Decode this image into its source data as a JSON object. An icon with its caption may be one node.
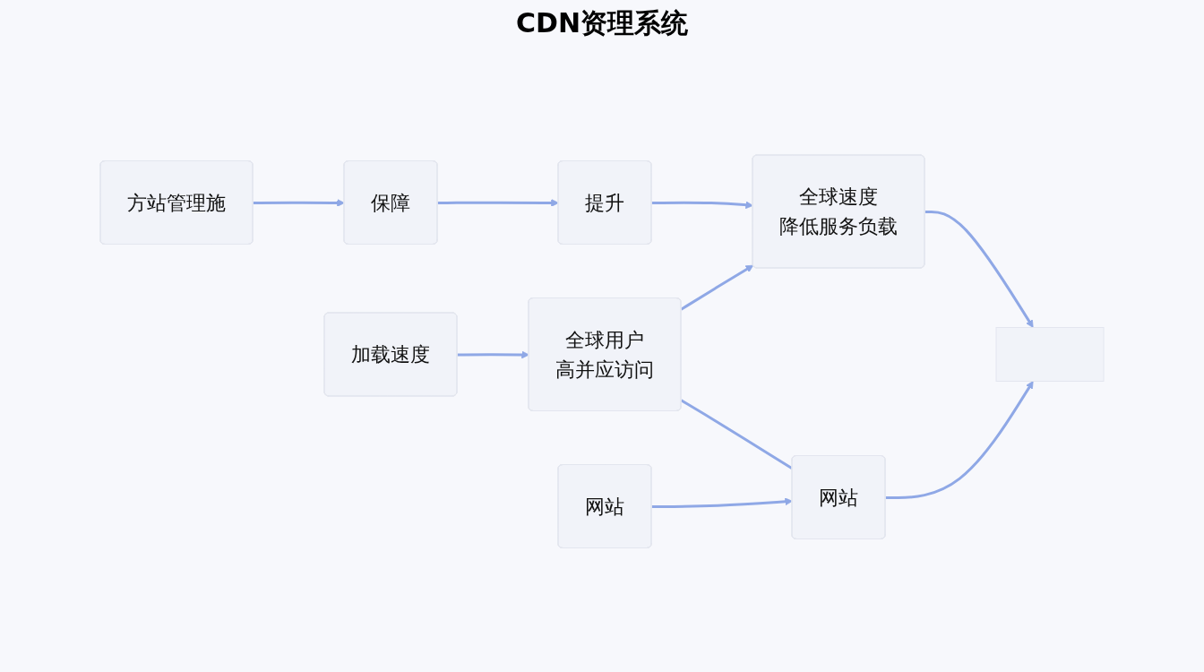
{
  "diagram": {
    "title": "CDN资理系统",
    "nodes": [
      {
        "text": [
          "方站管理施"
        ]
      },
      {
        "text": [
          "保障"
        ]
      },
      {
        "text": [
          "提升"
        ]
      },
      {
        "text": [
          "加载速度"
        ]
      },
      {
        "text": [
          "全球用户",
          "高并应访问"
        ]
      },
      {
        "text": [
          "全球速度",
          "降低服务负载"
        ]
      },
      {
        "text": [
          "网站"
        ]
      },
      {
        "text": [
          "网站"
        ]
      },
      {
        "text": [],
        "shape": "box"
      }
    ],
    "edges": [
      {
        "from": 0,
        "to": 1,
        "arrow": "to"
      },
      {
        "from": 1,
        "to": 2,
        "arrow": "to"
      },
      {
        "from": 2,
        "to": 5,
        "arrow": "to"
      },
      {
        "from": 3,
        "to": 4,
        "arrow": "to"
      },
      {
        "from": 4,
        "to": 5,
        "arrow": "to"
      },
      {
        "from": 5,
        "to": 8,
        "arrow": "to"
      },
      {
        "from": 4,
        "to": 7,
        "arrow": "none"
      },
      {
        "from": 6,
        "to": 7,
        "arrow": "to"
      },
      {
        "from": 7,
        "to": 8,
        "arrow": "to"
      }
    ]
  }
}
